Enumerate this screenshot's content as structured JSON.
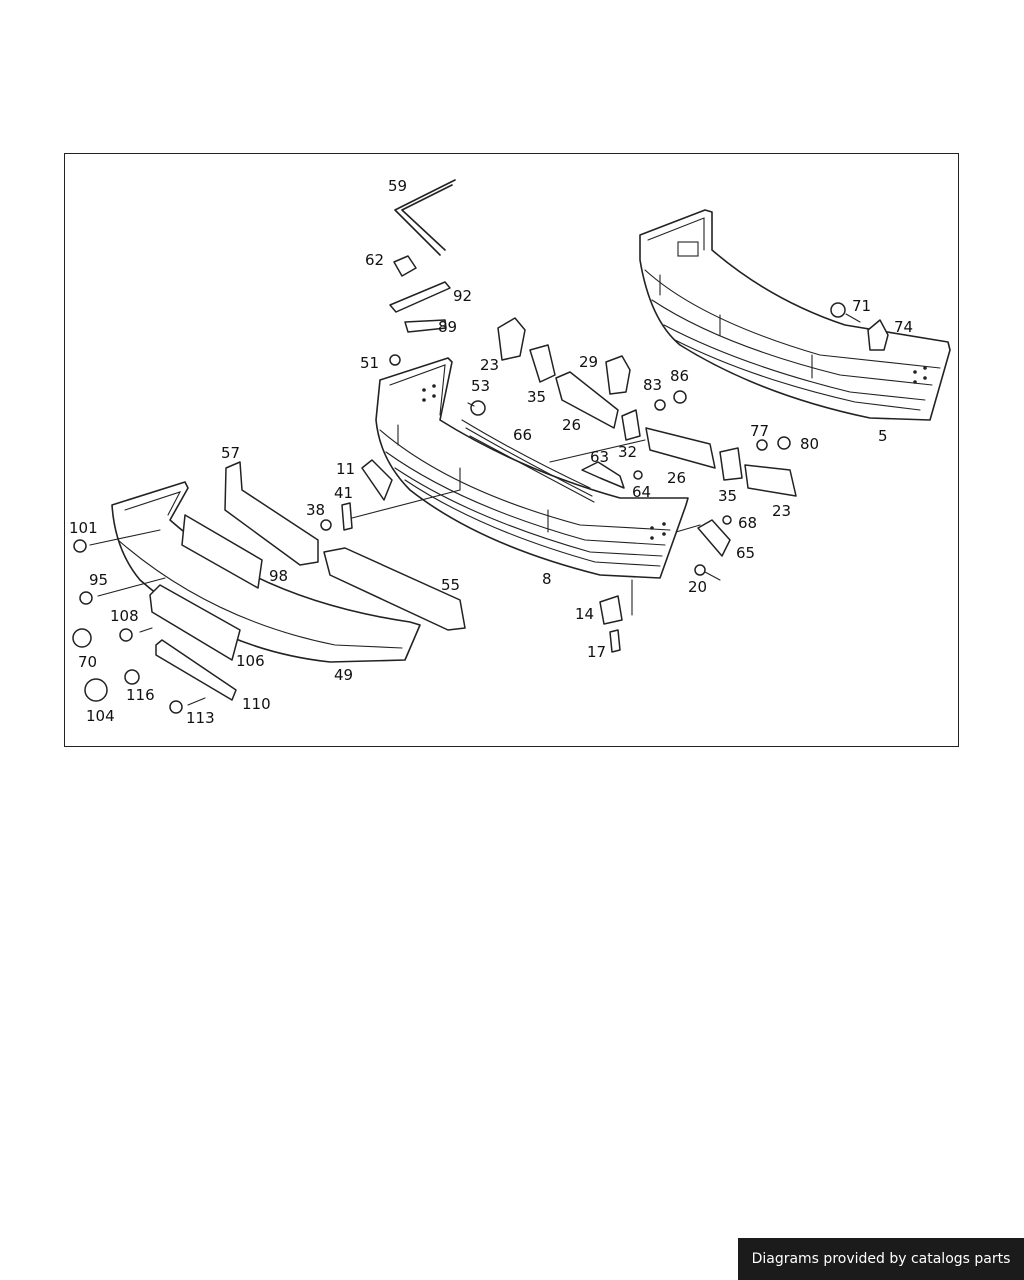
{
  "diagram": {
    "callouts": [
      "59",
      "62",
      "92",
      "89",
      "51",
      "53",
      "23",
      "35",
      "29",
      "83",
      "86",
      "26",
      "32",
      "66",
      "63",
      "64",
      "26",
      "35",
      "23",
      "77",
      "80",
      "71",
      "74",
      "5",
      "11",
      "41",
      "38",
      "57",
      "101",
      "95",
      "98",
      "55",
      "8",
      "14",
      "17",
      "20",
      "68",
      "65",
      "108",
      "70",
      "106",
      "49",
      "116",
      "104",
      "110",
      "113"
    ]
  },
  "footer": {
    "credit": "Diagrams provided by catalogs parts"
  }
}
